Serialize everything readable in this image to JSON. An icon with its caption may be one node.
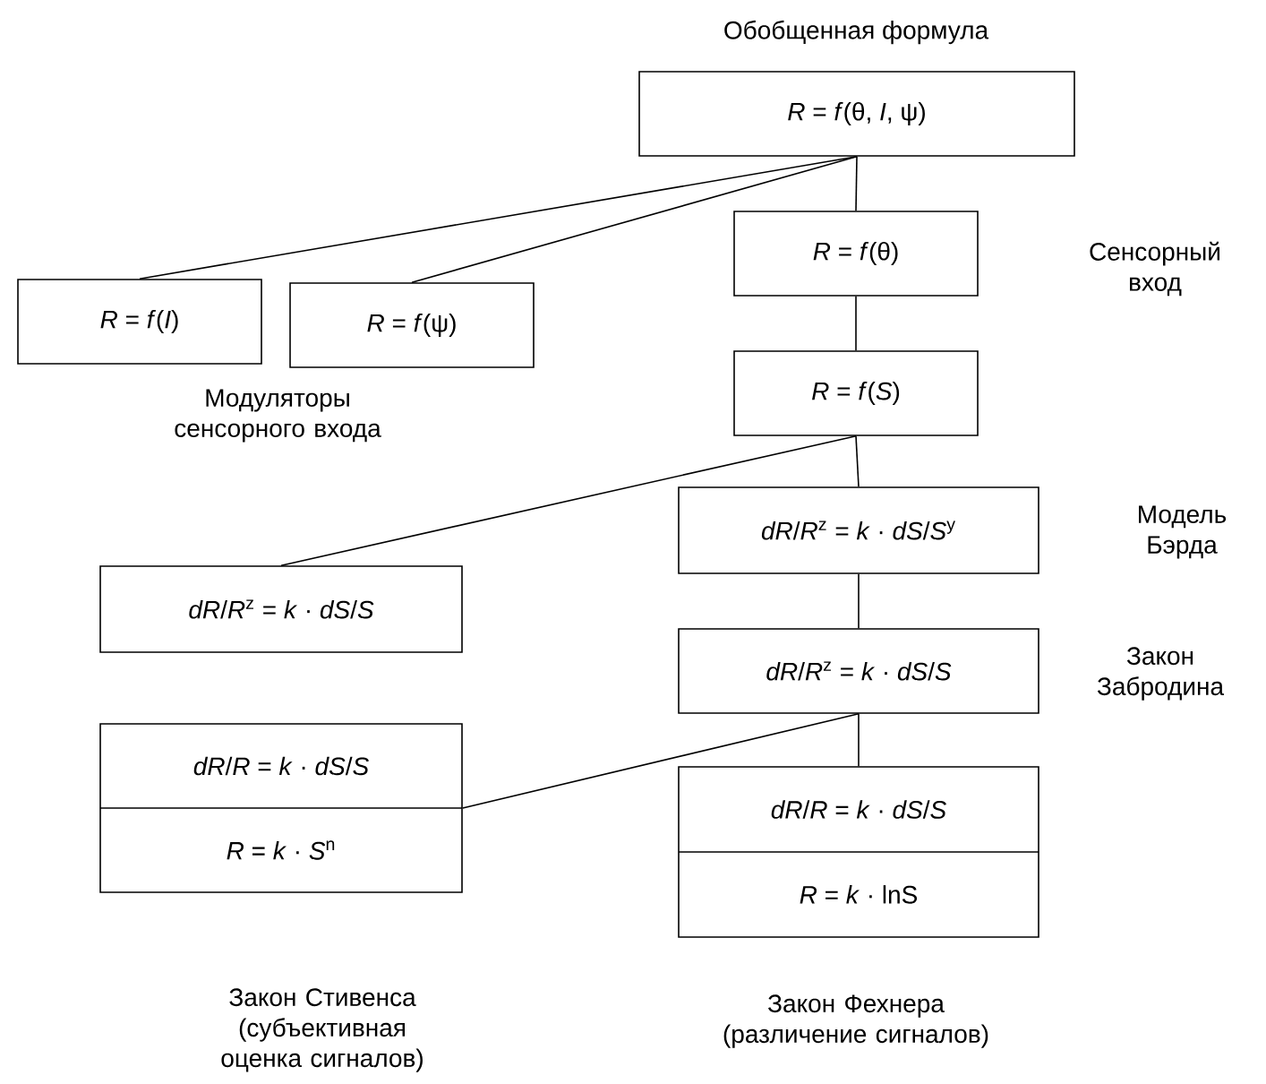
{
  "diagram": {
    "nodes": [
      {
        "text": [
          "Обобщенная формула",
          "*R* = *f*(θ, *I*, ψ)"
        ]
      },
      {
        "text": [
          "*R* = *f*(*I*)"
        ]
      },
      {
        "text": [
          "*R* = *f*(ψ)"
        ]
      },
      {
        "text": [
          "*R* = *f*(θ)"
        ]
      },
      {
        "text": [
          "*R* = *f*(*S*)"
        ]
      },
      {
        "text": [
          "*dR*/*R*$^{z}$ = *k* · *dS*/*S*$^{y}$"
        ],
        "beside": [
          "Модель Бэрда"
        ]
      },
      {
        "text": [
          "*dR*/*R*$^{z}$ = *k* · *dS*/*S*"
        ]
      },
      {
        "text": [
          "*dR*/*R*$^{z}$ = *k* · *dS*/*S*"
        ],
        "beside": [
          "Закон Забродина"
        ]
      },
      {
        "text": [
          "*dR*/*R* = *k* · *dS*/*S*",
          "*R* = *k* · *S*$^{n}$"
        ]
      },
      {
        "text": [
          "*dR*/*R* = *k* · *dS*/*S*",
          "*R* = *k* · lnS"
        ],
        "beside": [
          "Закон Фехнера (различение сигналов)"
        ]
      }
    ],
    "edges": [
      {
        "from": 0,
        "to": 1,
        "arrow": "none"
      },
      {
        "from": 0,
        "to": 2,
        "arrow": "none"
      },
      {
        "from": 0,
        "to": 3,
        "arrow": "none"
      },
      {
        "from": 3,
        "to": 4,
        "arrow": "none"
      },
      {
        "from": 4,
        "to": 6,
        "arrow": "none"
      },
      {
        "from": 4,
        "to": 5,
        "arrow": "none"
      },
      {
        "from": 5,
        "to": 7,
        "arrow": "none"
      },
      {
        "from": 7,
        "to": 8,
        "arrow": "none"
      },
      {
        "from": 7,
        "to": 9,
        "arrow": "none"
      }
    ],
    "labels": [
      "Сенсорный вход",
      "Модуляторы сенсорного входа",
      "Закон Стивенса (субъективная оценка сигналов)"
    ]
  }
}
